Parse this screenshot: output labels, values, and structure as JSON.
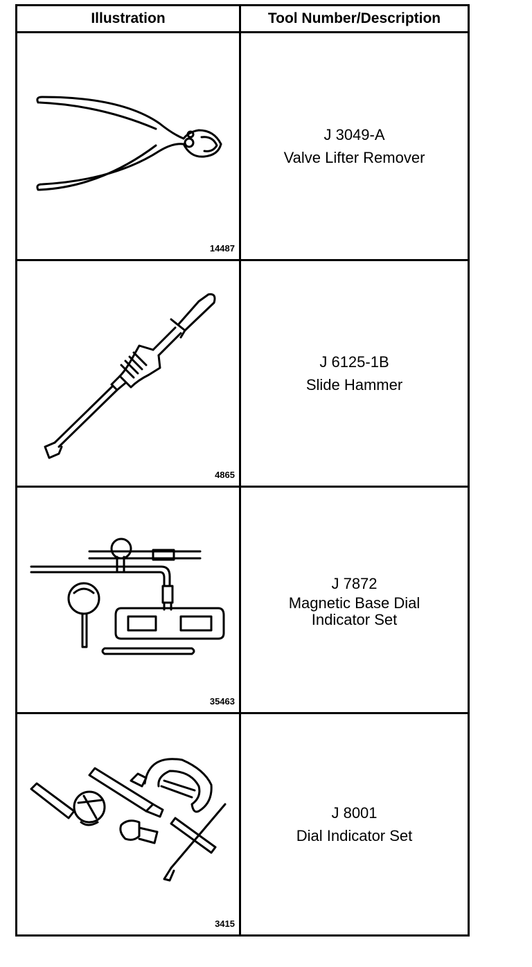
{
  "table": {
    "headers": {
      "illustration": "Illustration",
      "tool": "Tool Number/Description"
    },
    "rows": [
      {
        "figure": "14487",
        "tool_number": "J 3049-A",
        "description": "Valve Lifter Remover",
        "icon": "valve-lifter-remover-icon"
      },
      {
        "figure": "4865",
        "tool_number": "J 6125-1B",
        "description": "Slide Hammer",
        "icon": "slide-hammer-icon"
      },
      {
        "figure": "35463",
        "tool_number": "J 7872",
        "description": "Magnetic Base Dial Indicator Set",
        "icon": "magnetic-base-dial-indicator-icon"
      },
      {
        "figure": "3415",
        "tool_number": "J 8001",
        "description": "Dial Indicator Set",
        "icon": "dial-indicator-set-icon"
      }
    ]
  }
}
